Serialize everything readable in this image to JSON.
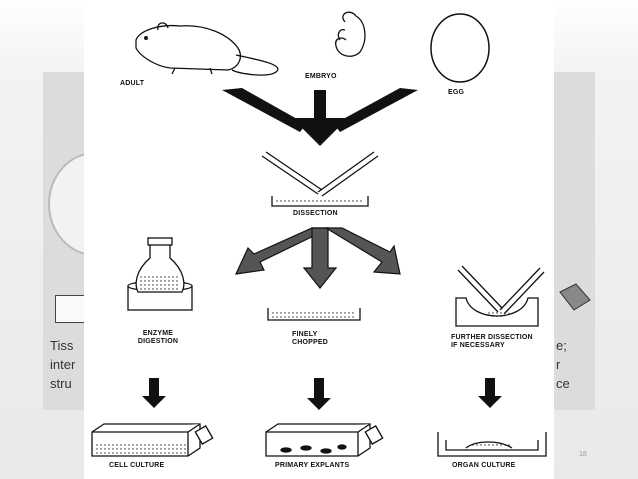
{
  "background": {
    "left_text": [
      "Tiss",
      "inter",
      "stru"
    ],
    "right_text": [
      "e;",
      "r",
      "ce"
    ]
  },
  "diagram": {
    "sources": [
      "ADULT",
      "EMBRYO",
      "EGG"
    ],
    "dissection": "DISSECTION",
    "methods": [
      {
        "label": [
          "ENZYME",
          "DIGESTION"
        ]
      },
      {
        "label": [
          "FINELY",
          "CHOPPED"
        ]
      },
      {
        "label": [
          "FURTHER DISSECTION",
          "IF NECESSARY"
        ]
      }
    ],
    "results": [
      "CELL CULTURE",
      "PRIMARY EXPLANTS",
      "ORGAN CULTURE"
    ]
  },
  "page_number": "18"
}
